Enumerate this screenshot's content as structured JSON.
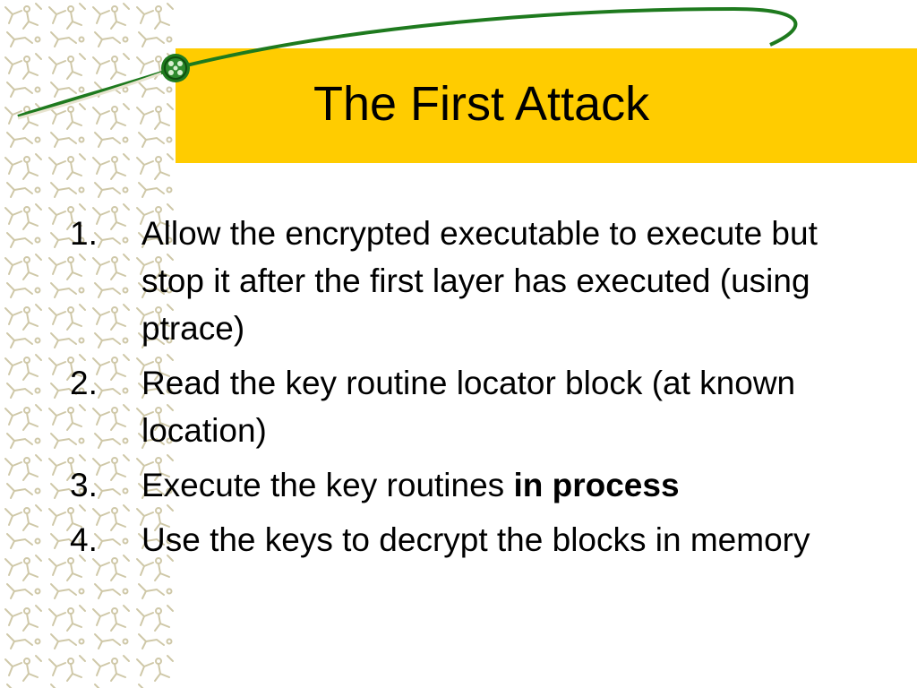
{
  "slide": {
    "title": "The First Attack",
    "items": [
      {
        "number": "1.",
        "text": "Allow the encrypted executable to execute but stop it after the first layer has executed (using ptrace)",
        "bold": ""
      },
      {
        "number": "2.",
        "text": "Read the key routine locator block (at known location)",
        "bold": ""
      },
      {
        "number": "3.",
        "text": "Execute the key routines ",
        "bold": "in process"
      },
      {
        "number": "4.",
        "text": "Use the keys to decrypt the blocks in memory",
        "bold": ""
      }
    ]
  },
  "colors": {
    "title_band": "#FFCC00",
    "swoosh_line": "#1E7A1E",
    "pattern": "#CFC8A8"
  }
}
